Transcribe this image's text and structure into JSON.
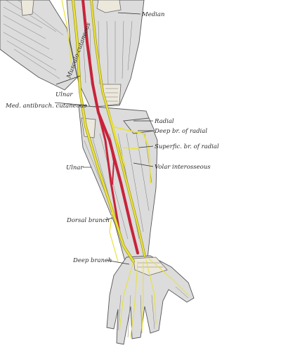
{
  "labels": {
    "median": "Median",
    "musculo_cutaneous": "Musculo-cutaneous",
    "ulnar_upper": "Ulnar",
    "med_antibrach_cutaneous": "Med. antibrach. cutaneous",
    "radial": "Radial",
    "deep_br_radial": "Deep br. of radial",
    "superfic_br_radial": "Superfic. br. of radial",
    "volar_interosseous": "Volar interosseous",
    "ulnar_lower": "Ulnar",
    "dorsal_branch": "Dorsal branch",
    "deep_branch": "Deep branch"
  },
  "colors": {
    "artery": "#c8233a",
    "nerve": "#e9e23a",
    "muscle": "#dcdcdc",
    "bone": "#ece8dc",
    "background": "#ffffff"
  }
}
